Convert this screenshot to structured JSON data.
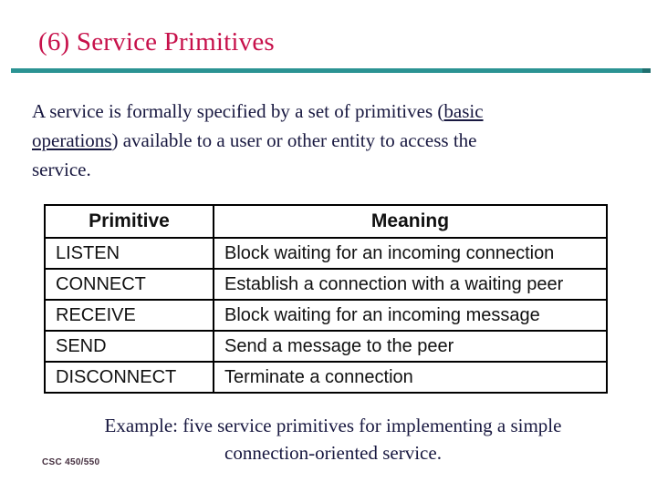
{
  "slide": {
    "title": "(6) Service Primitives",
    "intro": {
      "line1_normal": "A service is formally specified by a set of primitives (",
      "line1_underlined": "basic",
      "line2_underlined": "operations",
      "line2_normal": ") available to a user or other entity to access the",
      "line3": "service."
    },
    "table": {
      "headers": [
        "Primitive",
        "Meaning"
      ],
      "rows": [
        [
          "LISTEN",
          "Block waiting for an incoming connection"
        ],
        [
          "CONNECT",
          "Establish a connection with a waiting peer"
        ],
        [
          "RECEIVE",
          "Block waiting for an incoming message"
        ],
        [
          "SEND",
          "Send a message to the peer"
        ],
        [
          "DISCONNECT",
          "Terminate a connection"
        ]
      ]
    },
    "example": {
      "line1": "Example: five service primitives for implementing a simple",
      "line2": "connection-oriented service."
    },
    "footer": "CSC 450/550",
    "colors": {
      "title_text": "#c7114b",
      "rule_accent": "#2b9393",
      "rule_end_cap": "#206f6f",
      "body_text": "#181840",
      "table_text": "#111111",
      "table_border": "#000000",
      "footer_text": "#442e3e",
      "background": "#ffffff"
    }
  }
}
